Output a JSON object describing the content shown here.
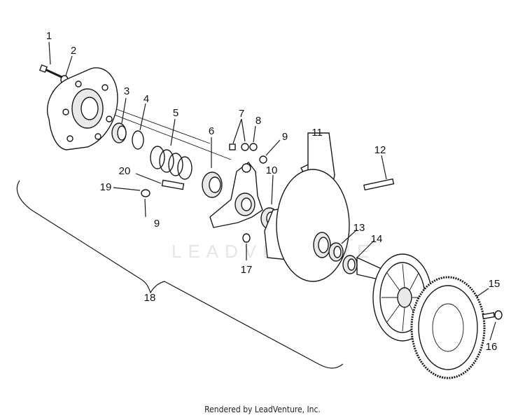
{
  "diagram": {
    "callouts": [
      {
        "id": "c1",
        "text": "1"
      },
      {
        "id": "c2",
        "text": "2"
      },
      {
        "id": "c3",
        "text": "3"
      },
      {
        "id": "c4",
        "text": "4"
      },
      {
        "id": "c5",
        "text": "5"
      },
      {
        "id": "c6",
        "text": "6"
      },
      {
        "id": "c7",
        "text": "7"
      },
      {
        "id": "c8",
        "text": "8"
      },
      {
        "id": "c9a",
        "text": "9"
      },
      {
        "id": "c9b",
        "text": "9"
      },
      {
        "id": "c10",
        "text": "10"
      },
      {
        "id": "c11",
        "text": "11"
      },
      {
        "id": "c12",
        "text": "12"
      },
      {
        "id": "c13",
        "text": "13"
      },
      {
        "id": "c14",
        "text": "14"
      },
      {
        "id": "c15",
        "text": "15"
      },
      {
        "id": "c16",
        "text": "16"
      },
      {
        "id": "c17",
        "text": "17"
      },
      {
        "id": "c18",
        "text": "18"
      },
      {
        "id": "c19",
        "text": "19"
      },
      {
        "id": "c20",
        "text": "20"
      }
    ],
    "watermark": "LEADVENTURE"
  },
  "footer": {
    "credit": "Rendered by LeadVenture, Inc."
  }
}
